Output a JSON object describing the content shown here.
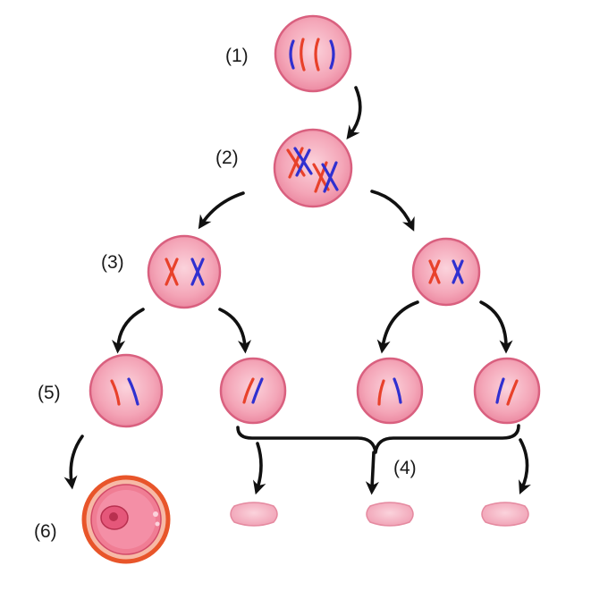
{
  "labels": {
    "l1": "(1)",
    "l2": "(2)",
    "l3": "(3)",
    "l4": "(4)",
    "l5": "(5)",
    "l6": "(6)"
  },
  "colors": {
    "cell_fill": "#f4a6b8",
    "cell_edge": "#d9607f",
    "chrom_red": "#e8412a",
    "chrom_blue": "#3030d0",
    "egg_ring": "#e8552a",
    "arrow": "#111111"
  }
}
